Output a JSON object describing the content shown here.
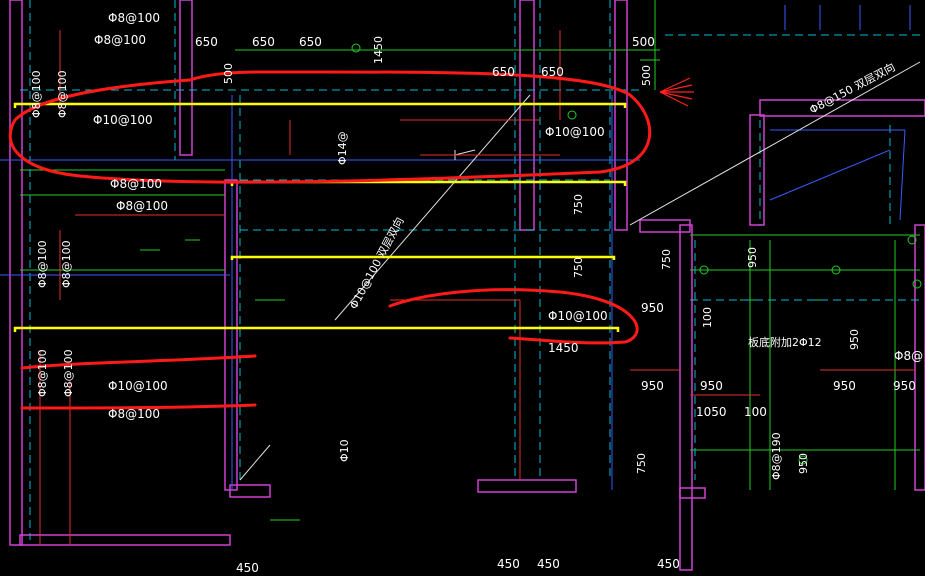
{
  "labels": {
    "t1": "Φ8@100",
    "t2": "Φ8@100",
    "t3": "650",
    "t4": "650",
    "t5": "650",
    "t6": "1450",
    "t7": "500",
    "t8": "Φ8@100",
    "t9": "Φ8@100",
    "t10": "500",
    "t11": "650",
    "t12": "650",
    "t13": "500",
    "t14": "Φ10@100",
    "t15": "Φ10@100",
    "t16": "Φ14@",
    "t17": "Φ8@150 双层双向",
    "t18": "Φ8@100",
    "t19": "Φ8@100",
    "t20": "750",
    "t21": "Φ8@100",
    "t22": "Φ8@100",
    "t23": "750",
    "t24": "750",
    "t25": "950",
    "t26": "Φ10@100 双层双向",
    "t27": "950",
    "t28": "100",
    "t29": "Φ10@100",
    "t30": "1450",
    "t31": "板底附加2Φ12",
    "t32": "950",
    "t33": "Φ8@",
    "t34": "Φ8@100",
    "t35": "Φ8@100",
    "t36": "Φ10@100",
    "t37": "Φ8@100",
    "t38": "950",
    "t39": "950",
    "t40": "950",
    "t41": "950",
    "t42": "1050",
    "t43": "100",
    "t44": "Φ8@190",
    "t45": "950",
    "t46": "Φ10",
    "t47": "750",
    "t48": "450",
    "t49": "450",
    "t50": "450",
    "t51": "450"
  }
}
